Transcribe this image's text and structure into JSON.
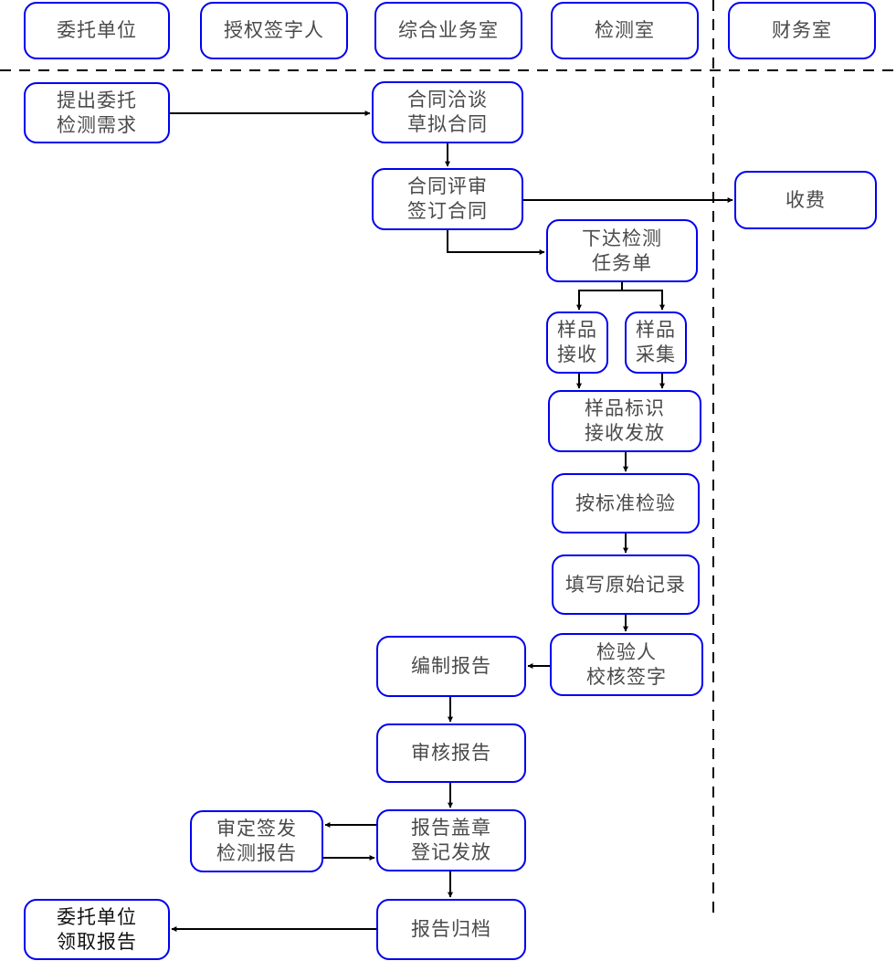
{
  "colors": {
    "node_border": "#0000ee",
    "text": "#4a4a4a",
    "connector": "#000000",
    "swimlane_divider": "#000000",
    "background": "#ffffff"
  },
  "lanes": [
    {
      "id": "client",
      "label": "委托单位"
    },
    {
      "id": "signatory",
      "label": "授权签字人"
    },
    {
      "id": "business",
      "label": "综合业务室"
    },
    {
      "id": "testing",
      "label": "检测室"
    },
    {
      "id": "finance",
      "label": "财务室"
    }
  ],
  "nodes": {
    "submit_request": {
      "lines": [
        "提出委托",
        "检测需求"
      ],
      "lane": "client"
    },
    "negotiate_contract": {
      "lines": [
        "合同洽谈",
        "草拟合同"
      ],
      "lane": "business"
    },
    "review_contract": {
      "lines": [
        "合同评审",
        "签订合同"
      ],
      "lane": "business"
    },
    "charge_fee": {
      "lines": [
        "收费"
      ],
      "lane": "finance"
    },
    "issue_task": {
      "lines": [
        "下达检测",
        "任务单"
      ],
      "lane": "testing"
    },
    "sample_receive": {
      "lines": [
        "样品",
        "接收"
      ],
      "lane": "testing"
    },
    "sample_collect": {
      "lines": [
        "样品",
        "采集"
      ],
      "lane": "testing"
    },
    "sample_label": {
      "lines": [
        "样品标识",
        "接收发放"
      ],
      "lane": "testing"
    },
    "test_by_standard": {
      "lines": [
        "按标准检验"
      ],
      "lane": "testing"
    },
    "fill_records": {
      "lines": [
        "填写原始记录"
      ],
      "lane": "testing"
    },
    "inspector_sign": {
      "lines": [
        "检验人",
        "校核签字"
      ],
      "lane": "testing"
    },
    "compile_report": {
      "lines": [
        "编制报告"
      ],
      "lane": "business"
    },
    "review_report": {
      "lines": [
        "审核报告"
      ],
      "lane": "business"
    },
    "approve_report": {
      "lines": [
        "审定签发",
        "检测报告"
      ],
      "lane": "signatory"
    },
    "stamp_report": {
      "lines": [
        "报告盖章",
        "登记发放"
      ],
      "lane": "business"
    },
    "client_collect": {
      "lines": [
        "委托单位",
        "领取报告"
      ],
      "lane": "client"
    },
    "archive_report": {
      "lines": [
        "报告归档"
      ],
      "lane": "business"
    }
  },
  "edges": [
    {
      "from": "submit_request",
      "to": "negotiate_contract"
    },
    {
      "from": "negotiate_contract",
      "to": "review_contract"
    },
    {
      "from": "review_contract",
      "to": "charge_fee"
    },
    {
      "from": "review_contract",
      "to": "issue_task"
    },
    {
      "from": "issue_task",
      "to": "sample_receive"
    },
    {
      "from": "issue_task",
      "to": "sample_collect"
    },
    {
      "from": "sample_receive",
      "to": "sample_label"
    },
    {
      "from": "sample_collect",
      "to": "sample_label"
    },
    {
      "from": "sample_label",
      "to": "test_by_standard"
    },
    {
      "from": "test_by_standard",
      "to": "fill_records"
    },
    {
      "from": "fill_records",
      "to": "inspector_sign"
    },
    {
      "from": "inspector_sign",
      "to": "compile_report"
    },
    {
      "from": "compile_report",
      "to": "review_report"
    },
    {
      "from": "review_report",
      "to": "stamp_report"
    },
    {
      "from": "stamp_report",
      "to": "approve_report"
    },
    {
      "from": "approve_report",
      "to": "stamp_report"
    },
    {
      "from": "stamp_report",
      "to": "archive_report"
    },
    {
      "from": "archive_report",
      "to": "client_collect"
    }
  ]
}
